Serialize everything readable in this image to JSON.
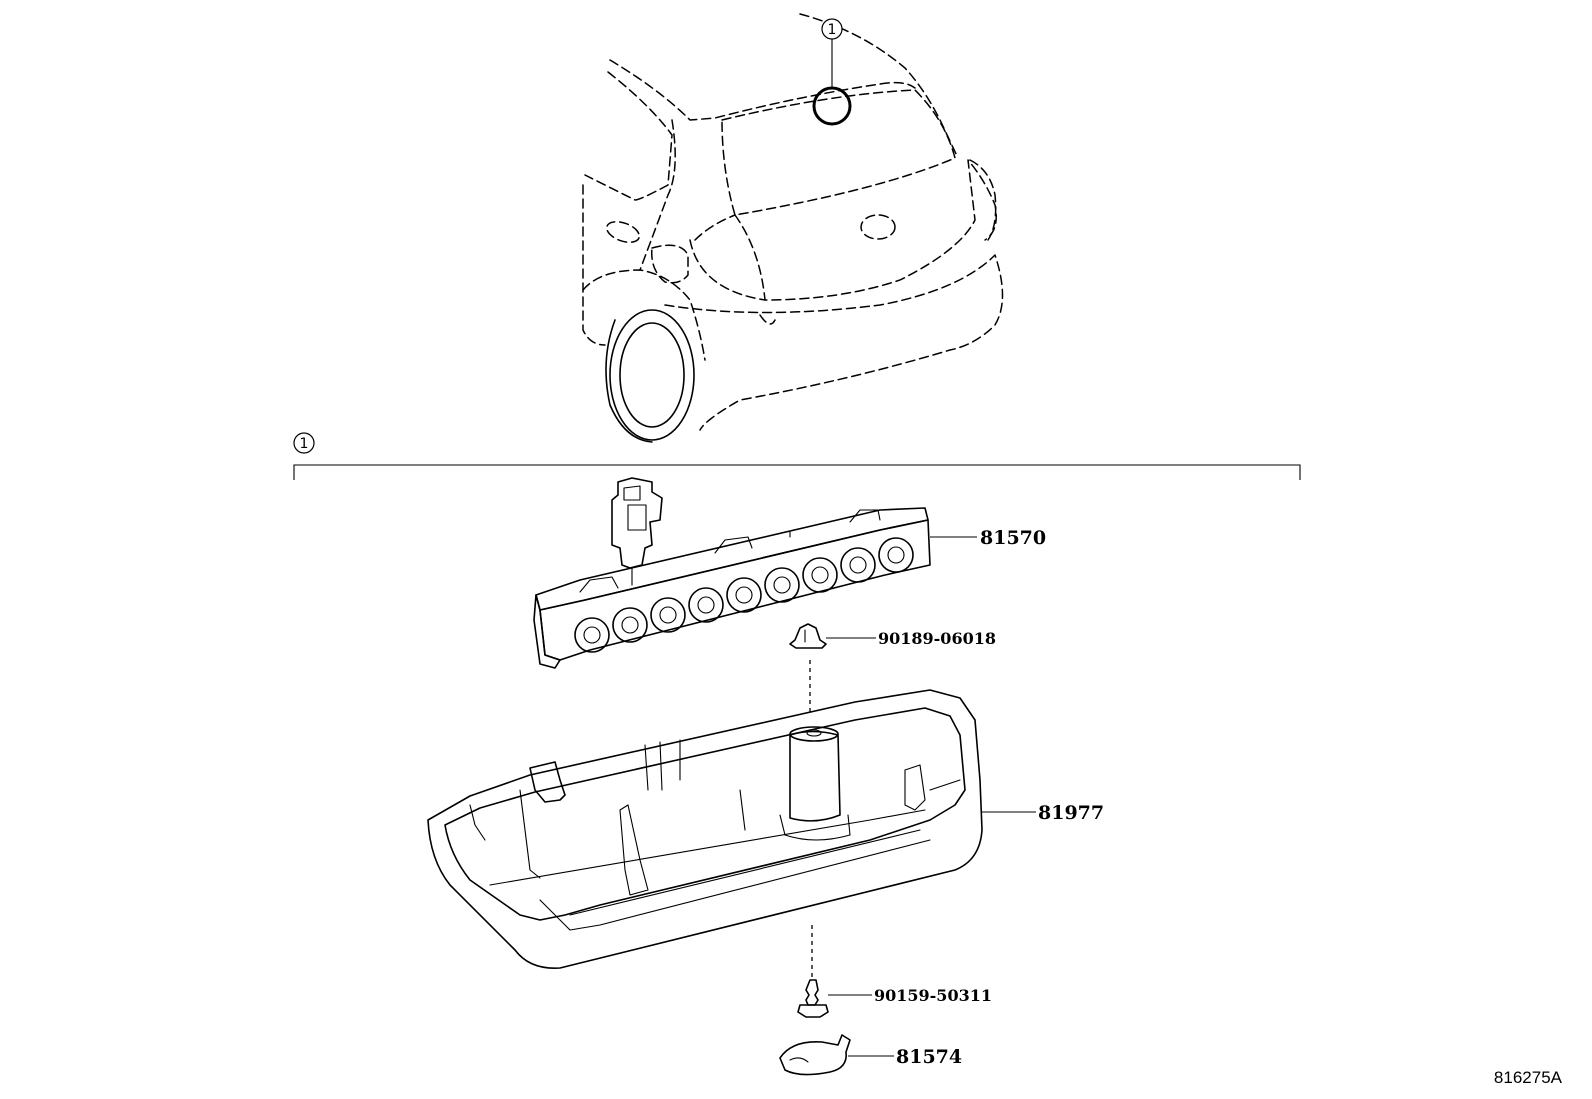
{
  "callout": {
    "number": "1"
  },
  "parts": {
    "high_mount_lamp": "81570",
    "clip": "90189-06018",
    "lamp_cover": "81977",
    "screw": "90159-50311",
    "cap": "81574"
  },
  "illustration_code": "816275A"
}
